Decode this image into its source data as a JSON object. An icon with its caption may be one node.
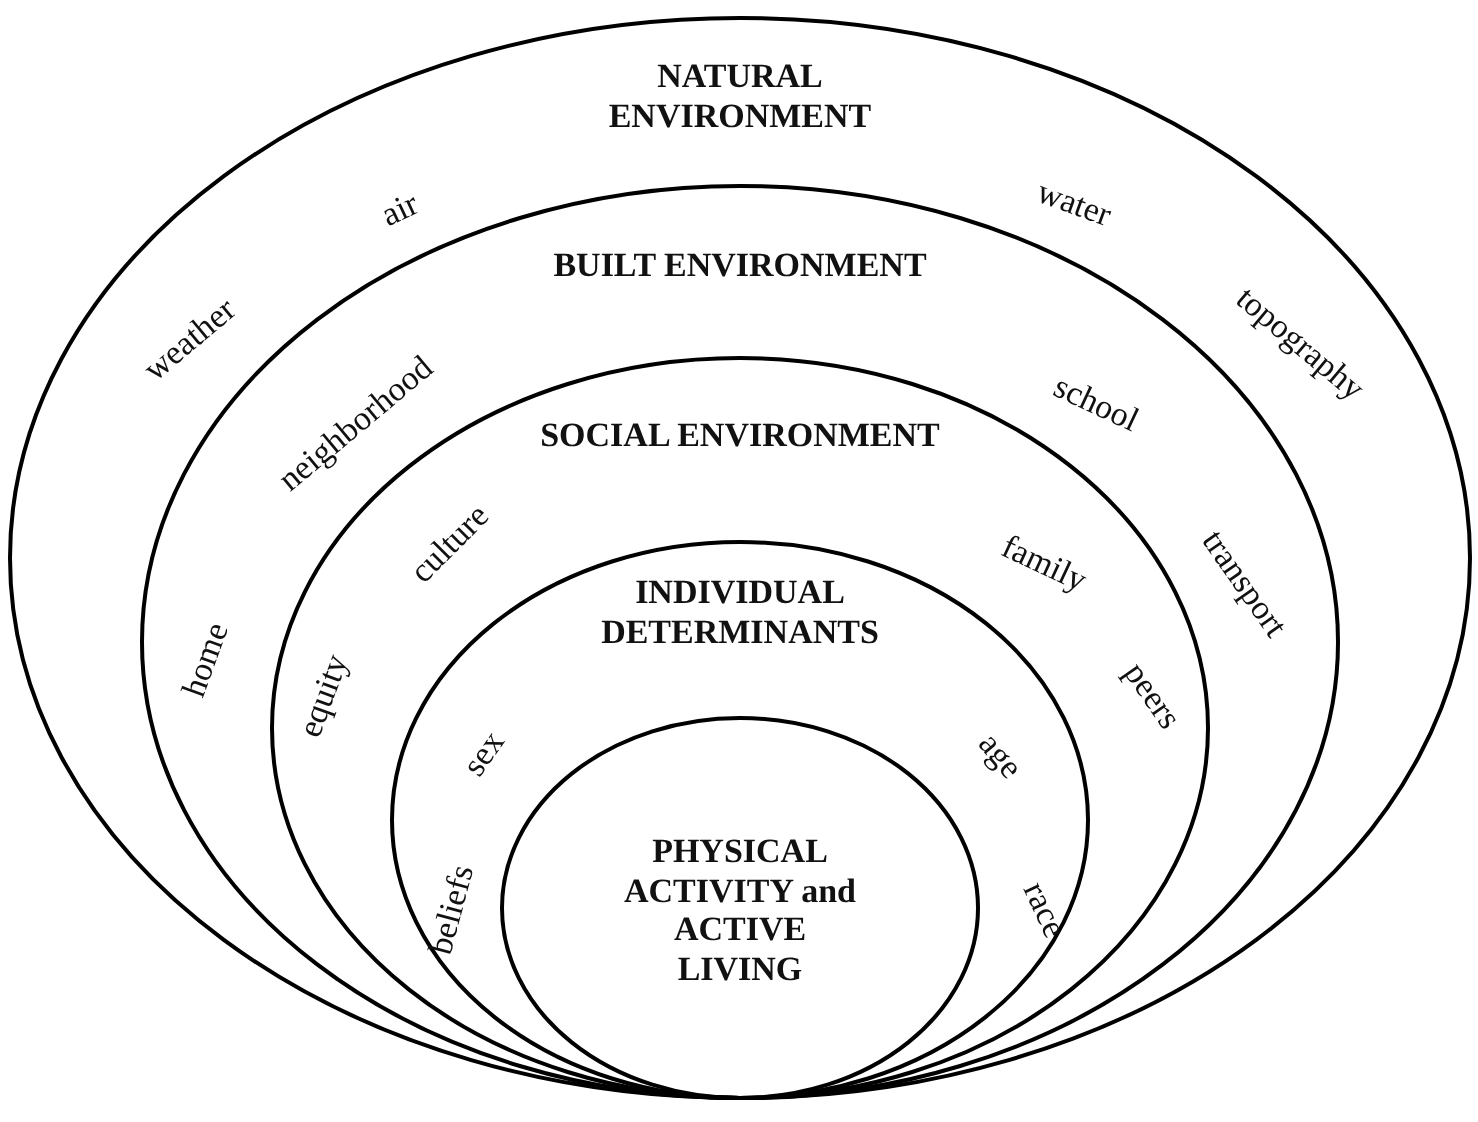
{
  "diagram": {
    "nodes": [
      {
        "text": [
          "NATURAL ENVIRONMENT",
          "weather",
          "air",
          "water",
          "topography"
        ]
      },
      {
        "text": [
          "BUILT ENVIRONMENT",
          "neighborhood",
          "home",
          "school",
          "transport"
        ],
        "in": 0
      },
      {
        "text": [
          "SOCIAL ENVIRONMENT",
          "culture",
          "equity",
          "family",
          "peers"
        ],
        "in": 1
      },
      {
        "text": [
          "INDIVIDUAL DETERMINANTS",
          "sex",
          "beliefs",
          "age",
          "race"
        ],
        "in": 2
      },
      {
        "text": [
          "PHYSICAL ACTIVITY and ACTIVE LIVING"
        ],
        "in": 3
      }
    ]
  }
}
